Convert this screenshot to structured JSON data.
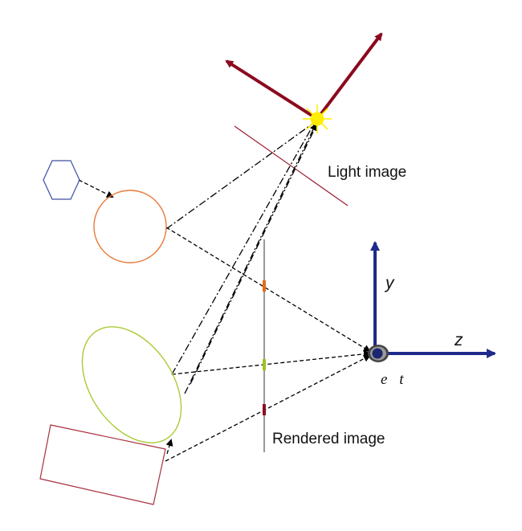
{
  "labels": {
    "light_image": "Light image",
    "rendered_image": "Rendered image",
    "axis_y": "y",
    "axis_z": "z",
    "eye": "e⃗t"
  },
  "colors": {
    "light_axes": "#8b0a1e",
    "camera_axes": "#1f2a8c",
    "sun": "#ffee00",
    "sphere": "#e87a3a",
    "hexagon": "#3d4fa0",
    "ellipse": "#a8cc36",
    "box": "#a83040",
    "eye_ring": "#333333",
    "eye_center": "#1c2670",
    "image_plane_rendered": "#555555",
    "image_plane_light": "#9b1a2e",
    "projection_sphere": "#e86a1a",
    "projection_ellipse": "#9bc420",
    "projection_box": "#8b1020"
  },
  "icons": {
    "light_source": "sun-icon",
    "eye": "eye-icon"
  }
}
